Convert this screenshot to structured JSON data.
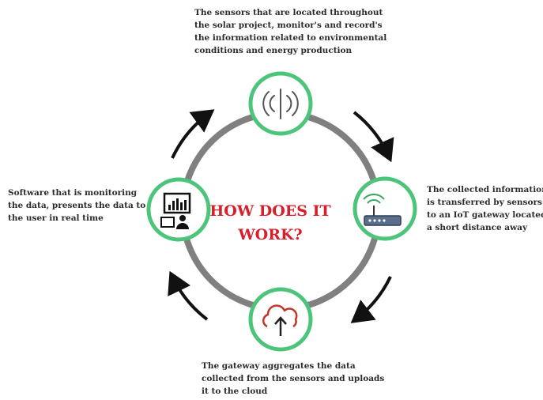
{
  "diagram": {
    "title_lines": [
      "HOW DOES IT",
      "WORK?"
    ],
    "colors": {
      "ring": "#808080",
      "node_border": "#4cc47a",
      "title": "#d61f2a",
      "arrow": "#111111",
      "cloud_icon": "#c0392b"
    },
    "steps": [
      {
        "id": "sensors",
        "icon": "sensor-signal-icon",
        "lines": [
          "The sensors that are located throughout",
          "the solar project, monitor's and record's",
          "the information related to environmental",
          "conditions and energy production"
        ]
      },
      {
        "id": "gateway",
        "icon": "iot-gateway-router-icon",
        "lines": [
          "The collected information",
          "is transferred by sensors",
          "to an IoT gateway located",
          "a short distance away"
        ]
      },
      {
        "id": "cloud",
        "icon": "cloud-upload-icon",
        "lines": [
          "The gateway aggregates the data",
          "collected from the sensors and uploads",
          "it to the cloud"
        ]
      },
      {
        "id": "software",
        "icon": "monitoring-dashboard-icon",
        "lines": [
          "Software that is monitoring",
          "the data, presents the data to",
          "the user in real time"
        ]
      }
    ]
  }
}
